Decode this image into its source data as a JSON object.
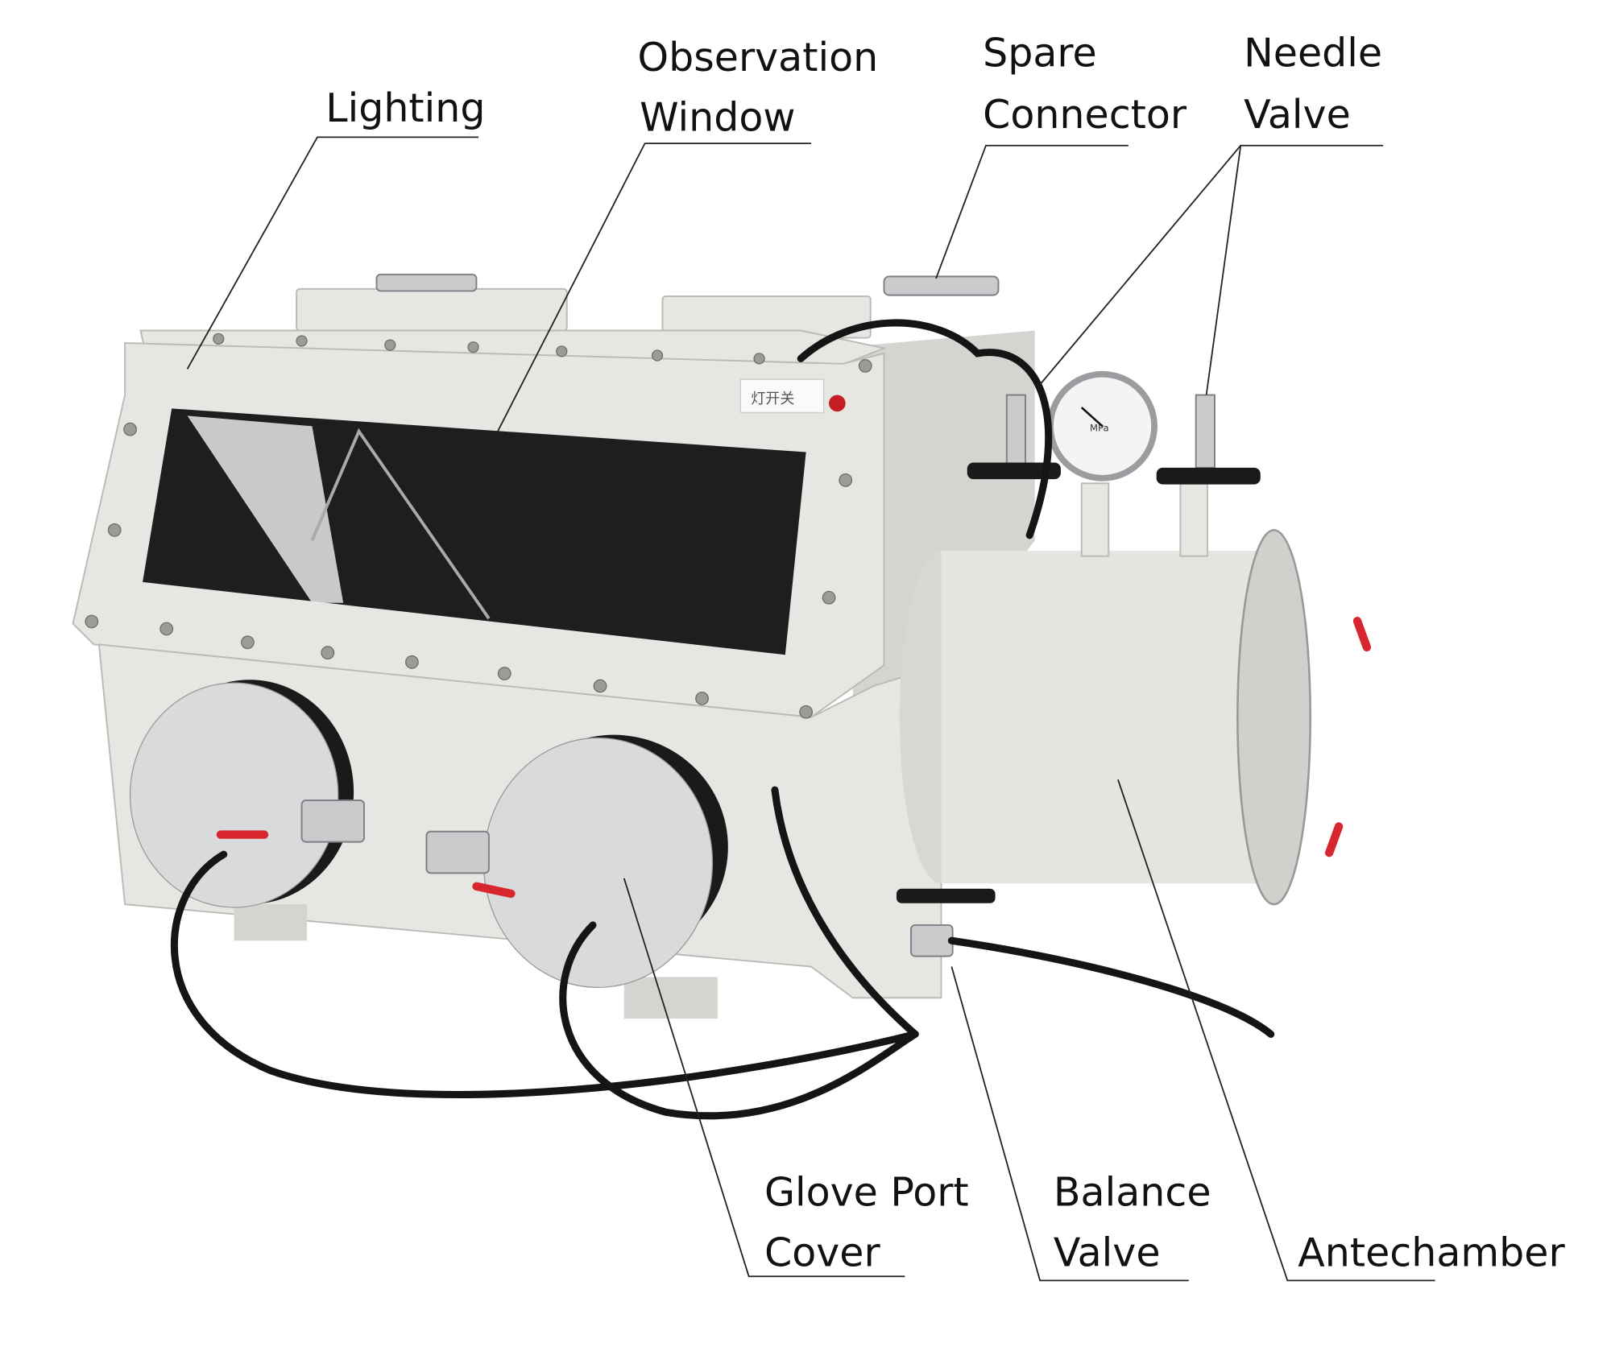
{
  "labels": {
    "lighting": "Lighting",
    "observation_window": [
      "Observation",
      "Window"
    ],
    "spare_connector": [
      "Spare",
      "Connector"
    ],
    "needle_valve": [
      "Needle",
      "Valve"
    ],
    "glove_port_cover": [
      "Glove Port",
      "Cover"
    ],
    "balance_valve": [
      "Balance",
      "Valve"
    ],
    "antechamber": "Antechamber"
  },
  "device_markings": {
    "light_switch": "灯开关",
    "gauge_unit": "MPa"
  },
  "colors": {
    "body": "#e6e7e3",
    "window": "#1c1e20",
    "handle": "#d8262e",
    "hose": "#151515"
  }
}
